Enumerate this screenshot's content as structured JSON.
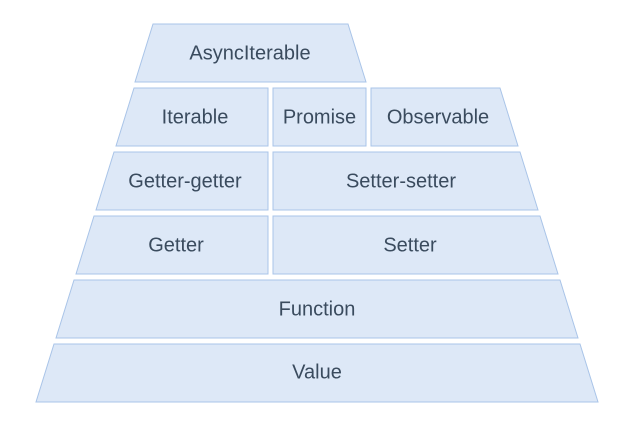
{
  "diagram": {
    "layers": [
      {
        "blocks": [
          {
            "label": "AsyncIterable"
          }
        ]
      },
      {
        "blocks": [
          {
            "label": "Iterable"
          },
          {
            "label": "Promise"
          },
          {
            "label": "Observable"
          }
        ]
      },
      {
        "blocks": [
          {
            "label": "Getter-getter"
          },
          {
            "label": "Setter-setter"
          }
        ]
      },
      {
        "blocks": [
          {
            "label": "Getter"
          },
          {
            "label": "Setter"
          }
        ]
      },
      {
        "blocks": [
          {
            "label": "Function"
          }
        ]
      },
      {
        "blocks": [
          {
            "label": "Value"
          }
        ]
      }
    ]
  },
  "colors": {
    "block_fill": "#dde8f7",
    "block_stroke": "#a9c4e8",
    "text": "#3a4b5e"
  }
}
